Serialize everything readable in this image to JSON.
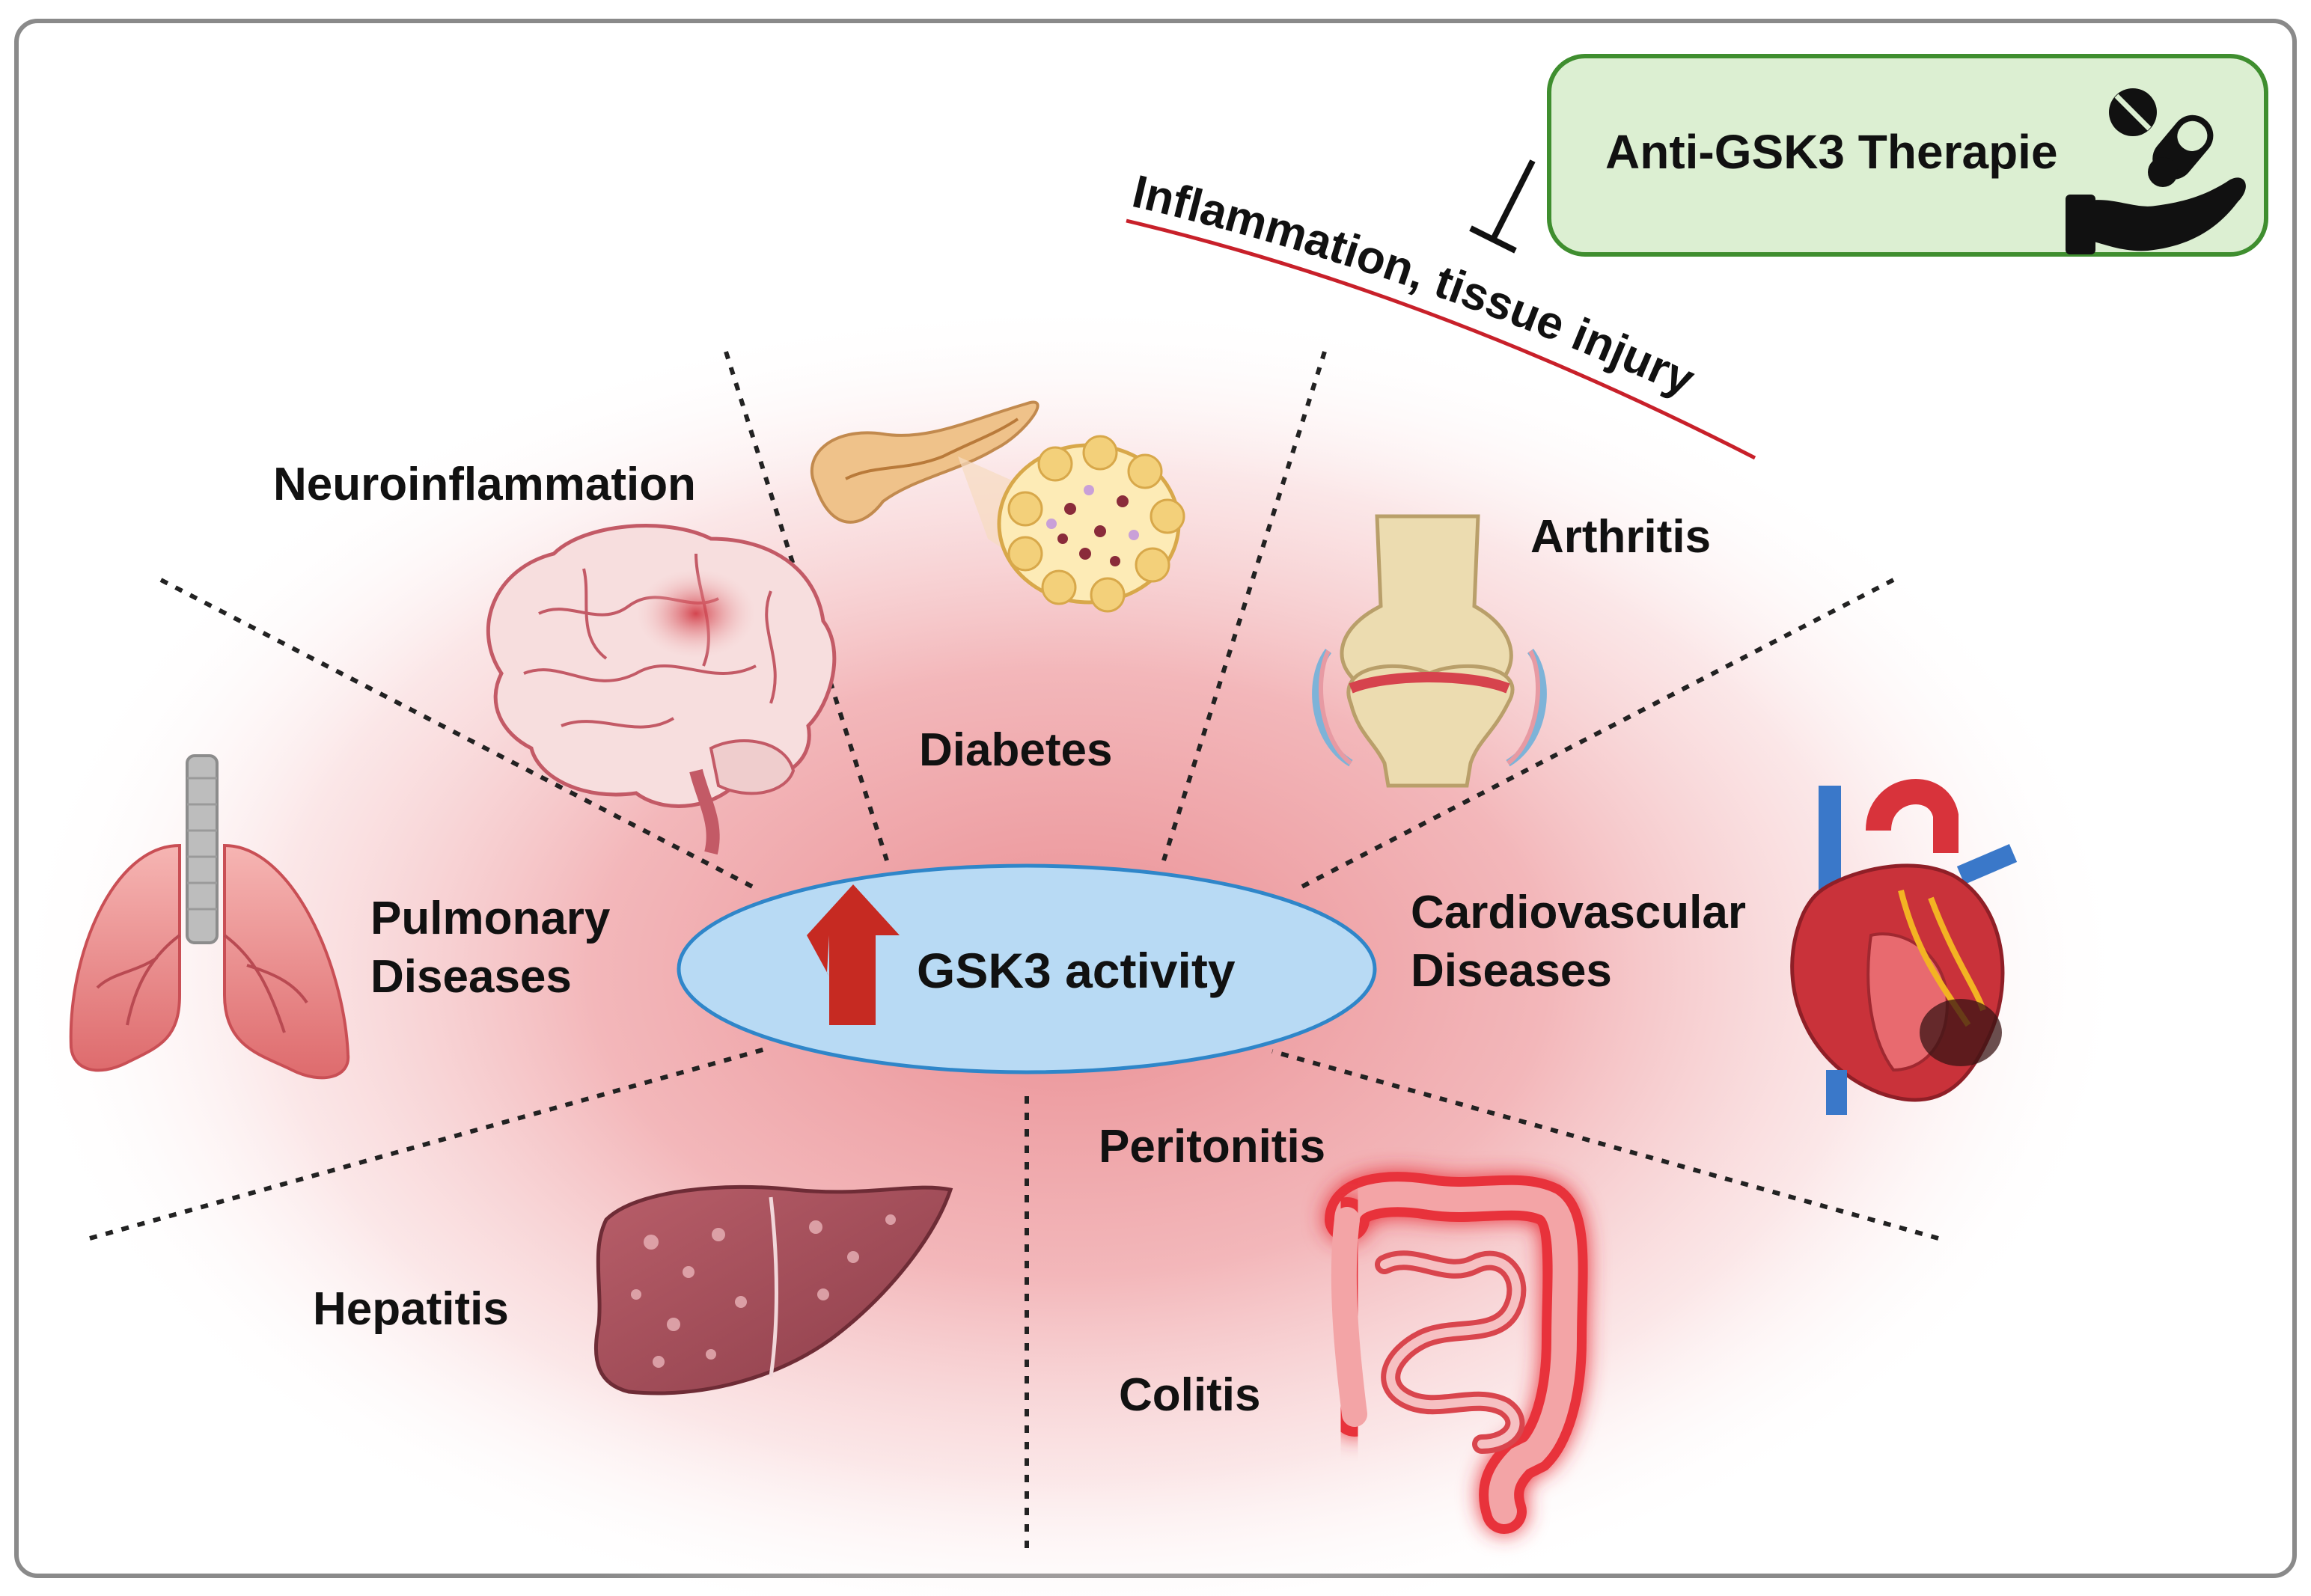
{
  "center": {
    "label": "GSK3 activity",
    "fill_color": "#b8daf4",
    "stroke_color": "#2f86c9",
    "arrow_color": "#c62a22",
    "arrow_icon": "up-arrow-icon"
  },
  "therapy": {
    "label": "Anti-GSK3 Therapie",
    "fill_color": "#dcefd2",
    "stroke_color": "#3f8e2f",
    "icon": "hand-pills-icon"
  },
  "effect": {
    "label": "Inflammation, tissue injury",
    "color": "#c8202a"
  },
  "diseases": [
    {
      "key": "neuroinflammation",
      "label": "Neuroinflammation",
      "icon": "brain-icon"
    },
    {
      "key": "diabetes",
      "label": "Diabetes",
      "icon": "pancreas-icon"
    },
    {
      "key": "arthritis",
      "label": "Arthritis",
      "icon": "knee-joint-icon"
    },
    {
      "key": "cardiovascular",
      "label_lines": [
        "Cardiovascular",
        "Diseases"
      ],
      "icon": "heart-icon"
    },
    {
      "key": "pulmonary",
      "label_lines": [
        "Pulmonary",
        "Diseases"
      ],
      "icon": "lungs-icon"
    },
    {
      "key": "hepatitis",
      "label": "Hepatitis",
      "icon": "liver-icon"
    },
    {
      "key": "peritonitis",
      "label": "Peritonitis",
      "icon": "intestine-icon"
    },
    {
      "key": "colitis",
      "label": "Colitis",
      "icon": "intestine-icon"
    }
  ],
  "colors": {
    "background_glow": "#e8878c",
    "frame": "#8a8a8a",
    "divider": "#222222"
  }
}
